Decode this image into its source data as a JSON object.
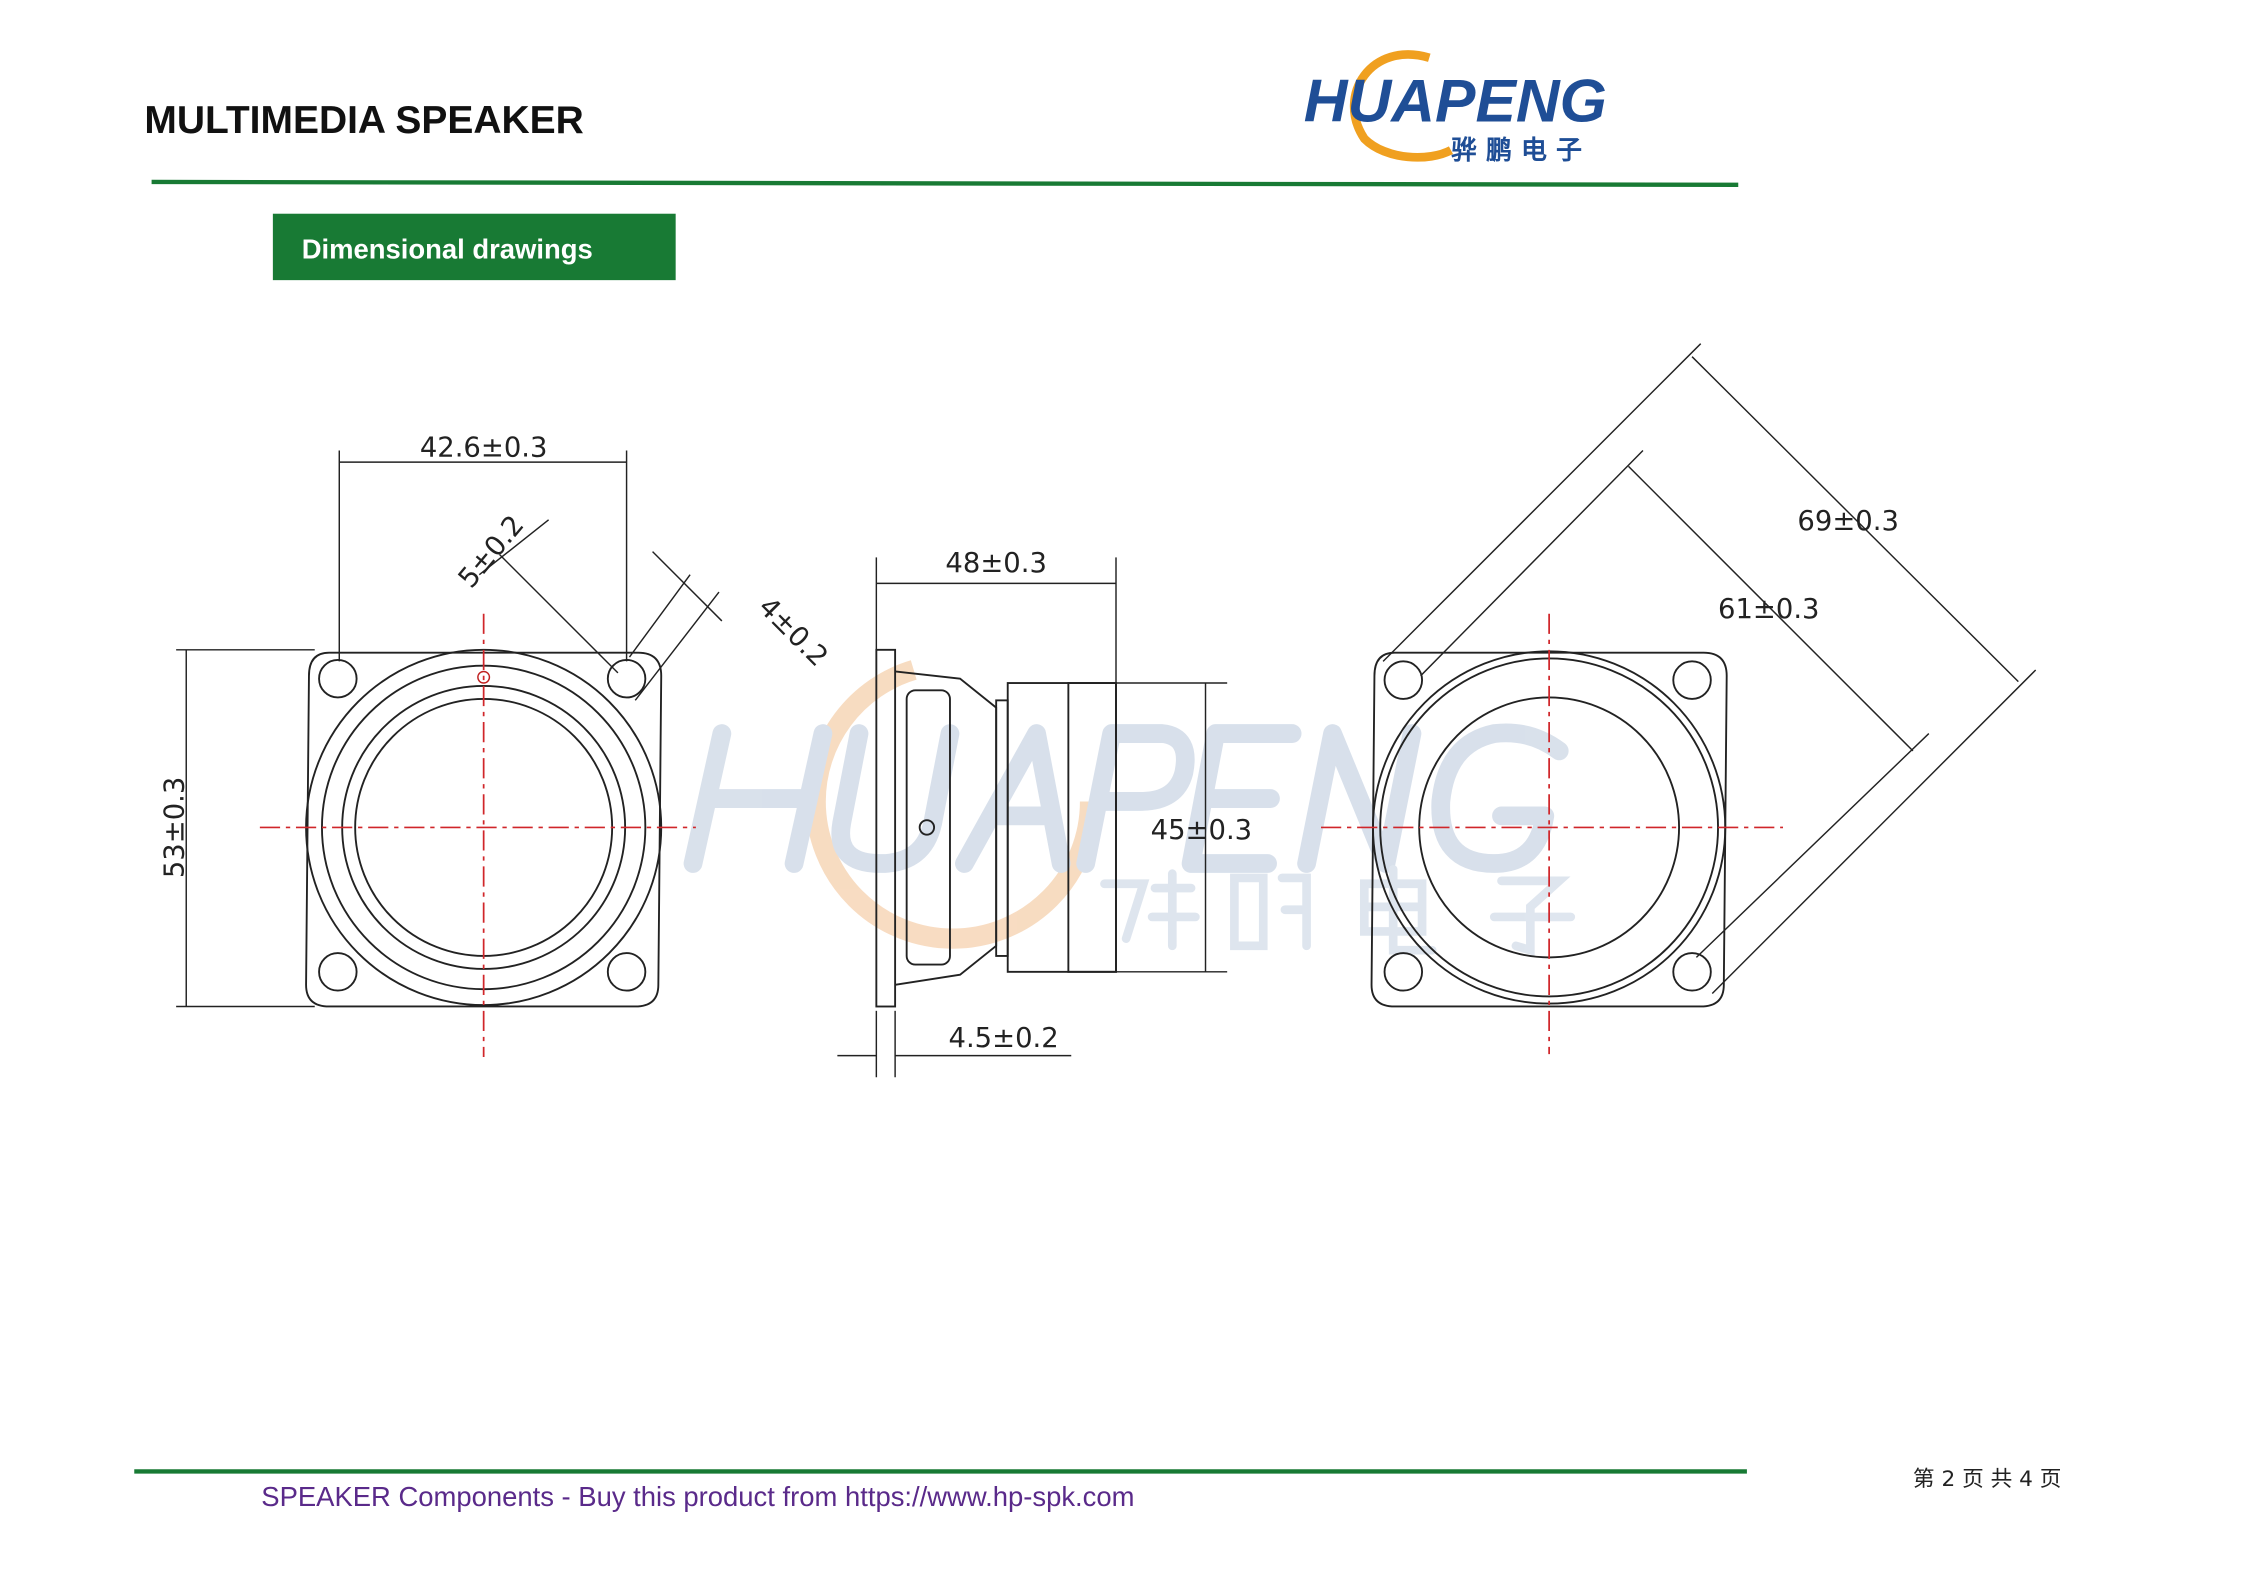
{
  "header": {
    "title": "MULTIMEDIA SPEAKER",
    "logo_text": "HUAPENG",
    "logo_cn": "骅 鹏 电 子"
  },
  "section": {
    "label": "Dimensional drawings"
  },
  "dimensions": {
    "front_width": "42.6±0.3",
    "front_height": "53±0.3",
    "slot": "5±0.2",
    "hole": "4±0.2",
    "depth": "48±0.3",
    "magnet_dia": "45±0.3",
    "flange": "4.5±0.2",
    "diag_outer": "69±0.3",
    "diag_inner": "61±0.3"
  },
  "watermark": {
    "text": "HUAPENG",
    "cn": "骅 鹏 电 子"
  },
  "footer": {
    "text": "SPEAKER Components - Buy this product from https://www.hp-spk.com",
    "page": "第 2 页 共 4 页"
  },
  "colors": {
    "green": "#187a34",
    "logo_blue": "#1f4e96",
    "footer_purple": "#5a2a8a",
    "centerline": "#d0262a"
  }
}
